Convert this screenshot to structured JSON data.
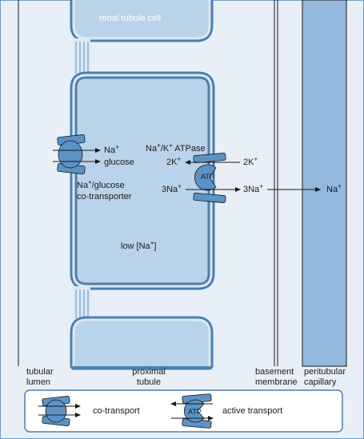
{
  "labels": {
    "cell_top": "renal tubule cell",
    "na_co": "Na",
    "na_co_sup": "+",
    "glucose": "glucose",
    "cotransporter_1": "Na",
    "cotransporter_1_sup": "+",
    "cotransporter_1_rest": "/glucose",
    "cotransporter_2": "co-transporter",
    "atpase_1": "Na",
    "atpase_1_sup": "+",
    "atpase_2": "/K",
    "atpase_2_sup": "+",
    "atpase_3": " ATPase",
    "k_in": "2K",
    "k_in_sup": "+",
    "k_out": "2K",
    "k_out_sup": "+",
    "na_in": "3Na",
    "na_in_sup": "+",
    "na_out": "3Na",
    "na_out_sup": "+",
    "na_cap": "Na",
    "na_cap_sup": "+",
    "low_na": "low [Na",
    "low_na_sup": "+",
    "low_na_end": "]",
    "atp": "ATP"
  },
  "regions": {
    "lumen": "tubular\nlumen",
    "lumen_1": "tubular",
    "lumen_2": "lumen",
    "tubule_1": "proximal",
    "tubule_2": "tubule",
    "membrane_1": "basement",
    "membrane_2": "membrane",
    "capillary_1": "peritubular",
    "capillary_2": "capillary"
  },
  "legend": {
    "co_transport": "co-transport",
    "active_transport": "active transport",
    "atp": "ATP"
  },
  "colors": {
    "background": "#e8eff7",
    "cell": "#b9d3ea",
    "cell_border": "#4c7fae",
    "protein": "#5b93c6",
    "capillary": "#93b9dc",
    "line": "#1a1a1a"
  }
}
